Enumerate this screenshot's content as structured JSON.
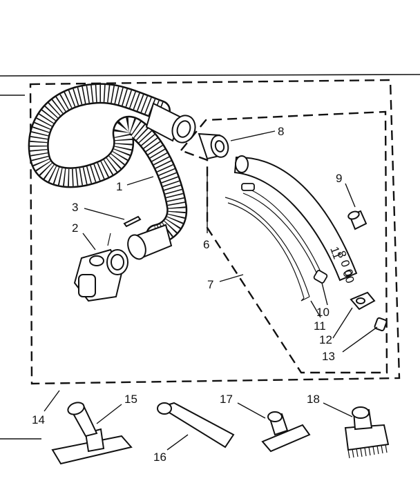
{
  "callouts": [
    {
      "id": "1",
      "text": "1"
    },
    {
      "id": "2",
      "text": "2"
    },
    {
      "id": "3",
      "text": "3"
    },
    {
      "id": "6",
      "text": "6"
    },
    {
      "id": "7",
      "text": "7"
    },
    {
      "id": "8",
      "text": "8"
    },
    {
      "id": "9",
      "text": "9"
    },
    {
      "id": "10",
      "text": "10"
    },
    {
      "id": "11",
      "text": "11"
    },
    {
      "id": "12",
      "text": "12"
    },
    {
      "id": "13",
      "text": "13"
    },
    {
      "id": "14",
      "text": "14"
    },
    {
      "id": "15",
      "text": "15"
    },
    {
      "id": "16",
      "text": "16"
    },
    {
      "id": "17",
      "text": "17"
    },
    {
      "id": "18",
      "text": "18"
    }
  ],
  "wand_markings": [
    "11",
    "8 0 0",
    "00"
  ],
  "colors": {
    "ink": "#111111",
    "paper": "#ffffff"
  }
}
